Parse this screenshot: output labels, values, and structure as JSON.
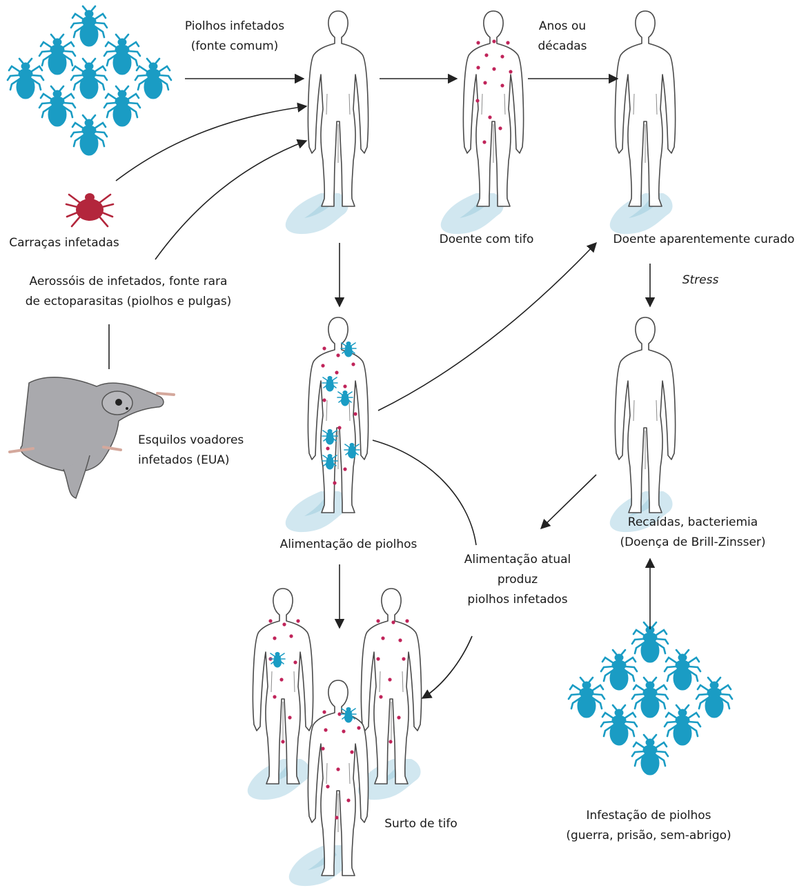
{
  "labels": {
    "infected_lice_line1": "Piolhos infetados",
    "infected_lice_line2": "(fonte comum)",
    "years_line1": "Anos ou",
    "years_line2": "décadas",
    "infected_ticks": "Carraças infetadas",
    "aerosols_line1": "Aerossóis de infetados, fonte rara",
    "aerosols_line2": "de ectoparasitas (piolhos e pulgas)",
    "squirrels_line1": "Esquilos voadores",
    "squirrels_line2": "infetados (EUA)",
    "typhus_patient": "Doente com tifo",
    "cured_patient": "Doente aparentemente curado",
    "stress": "Stress",
    "lice_feeding": "Alimentação de piolhos",
    "current_feeding_line1": "Alimentação atual",
    "current_feeding_line2": "produz",
    "current_feeding_line3": "piolhos infetados",
    "relapses_line1": "Recaídas, bacteriemia",
    "relapses_line2": "(Doença de Brill-Zinsser)",
    "outbreak": "Surto de tifo",
    "infestation_line1": "Infestação de piolhos",
    "infestation_line2": "(guerra, prisão, sem-abrigo)"
  },
  "colors": {
    "louse": "#1a9cc4",
    "tick": "#b3263c",
    "rash": "#c0245a",
    "shadow": "#cfe6ef",
    "outline": "#4a4a4a",
    "squirrel": "#a9a9ad",
    "arrow": "#222222"
  }
}
